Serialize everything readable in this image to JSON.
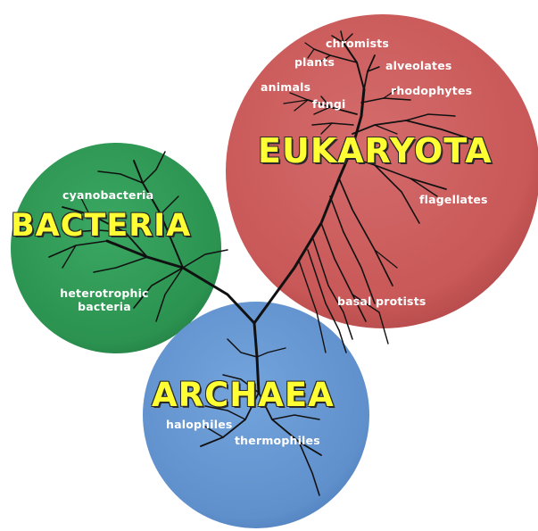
{
  "domains": {
    "bacteria": "BACTERIA",
    "eukaryota": "EUKARYOTA",
    "archaea": "ARCHAEA"
  },
  "groups": {
    "cyanobacteria": "cyanobacteria",
    "heterotrophic_line1": "heterotrophic",
    "heterotrophic_line2": "bacteria",
    "halophiles": "halophiles",
    "thermophiles": "thermophiles",
    "chromists": "chromists",
    "plants": "plants",
    "alveolates": "alveolates",
    "animals": "animals",
    "fungi": "fungi",
    "rhodophytes": "rhodophytes",
    "flagellates": "flagellates",
    "basal_protists": "basal protists"
  },
  "colors": {
    "bacteria_circle": "#2f9a55",
    "eukaryota_circle": "#cd5c5c",
    "archaea_circle": "#6496d2",
    "domain_text": "#ffff33",
    "branches": "#111111"
  }
}
